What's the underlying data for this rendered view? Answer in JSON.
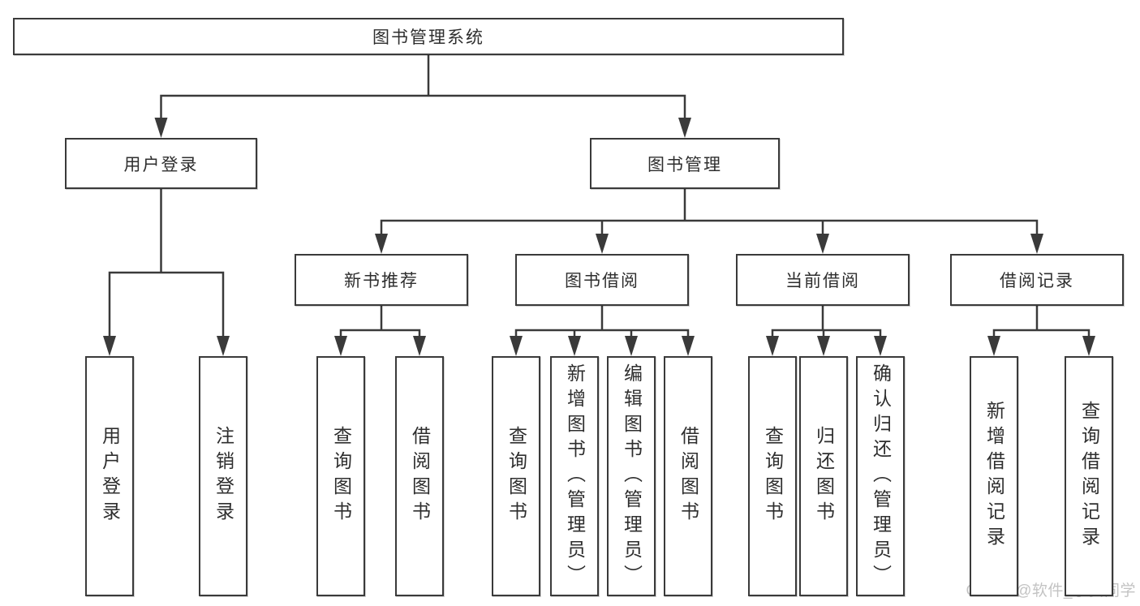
{
  "diagram": {
    "type": "hierarchy-tree",
    "title": "图书管理系统",
    "watermark": "CSDN @软件_小贺同学",
    "colors": {
      "background": "#ffffff",
      "box_fill": "#ffffff",
      "box_border": "#3a3a3a",
      "line": "#3a3a3a",
      "text": "#2e2e2e",
      "watermark": "#c3c3c3"
    },
    "nodes": [
      {
        "id": "root",
        "label": "图书管理系统",
        "parent": null,
        "orientation": "horizontal"
      },
      {
        "id": "user-login",
        "label": "用户登录",
        "parent": "root",
        "orientation": "horizontal"
      },
      {
        "id": "book-mgmt",
        "label": "图书管理",
        "parent": "root",
        "orientation": "horizontal"
      },
      {
        "id": "leaf-user-login",
        "label": "用户登录",
        "parent": "user-login",
        "orientation": "vertical"
      },
      {
        "id": "leaf-logout",
        "label": "注销登录",
        "parent": "user-login",
        "orientation": "vertical"
      },
      {
        "id": "new-book-rec",
        "label": "新书推荐",
        "parent": "book-mgmt",
        "orientation": "horizontal"
      },
      {
        "id": "book-borrow",
        "label": "图书借阅",
        "parent": "book-mgmt",
        "orientation": "horizontal"
      },
      {
        "id": "current-borrow",
        "label": "当前借阅",
        "parent": "book-mgmt",
        "orientation": "horizontal"
      },
      {
        "id": "borrow-records",
        "label": "借阅记录",
        "parent": "book-mgmt",
        "orientation": "horizontal"
      },
      {
        "id": "rec-query-books",
        "label": "查询图书",
        "parent": "new-book-rec",
        "orientation": "vertical"
      },
      {
        "id": "rec-borrow-books",
        "label": "借阅图书",
        "parent": "new-book-rec",
        "orientation": "vertical"
      },
      {
        "id": "bb-query-books",
        "label": "查询图书",
        "parent": "book-borrow",
        "orientation": "vertical"
      },
      {
        "id": "bb-add-books",
        "label": "新增图书（管理员）",
        "parent": "book-borrow",
        "orientation": "vertical"
      },
      {
        "id": "bb-edit-books",
        "label": "编辑图书（管理员）",
        "parent": "book-borrow",
        "orientation": "vertical"
      },
      {
        "id": "bb-borrow-books",
        "label": "借阅图书",
        "parent": "book-borrow",
        "orientation": "vertical"
      },
      {
        "id": "cb-query-books",
        "label": "查询图书",
        "parent": "current-borrow",
        "orientation": "vertical"
      },
      {
        "id": "cb-return-books",
        "label": "归还图书",
        "parent": "current-borrow",
        "orientation": "vertical"
      },
      {
        "id": "cb-confirm-return",
        "label": "确认归还（管理员）",
        "parent": "current-borrow",
        "orientation": "vertical"
      },
      {
        "id": "br-add-record",
        "label": "新增借阅记录",
        "parent": "borrow-records",
        "orientation": "vertical"
      },
      {
        "id": "br-query-record",
        "label": "查询借阅记录",
        "parent": "borrow-records",
        "orientation": "vertical"
      }
    ]
  }
}
